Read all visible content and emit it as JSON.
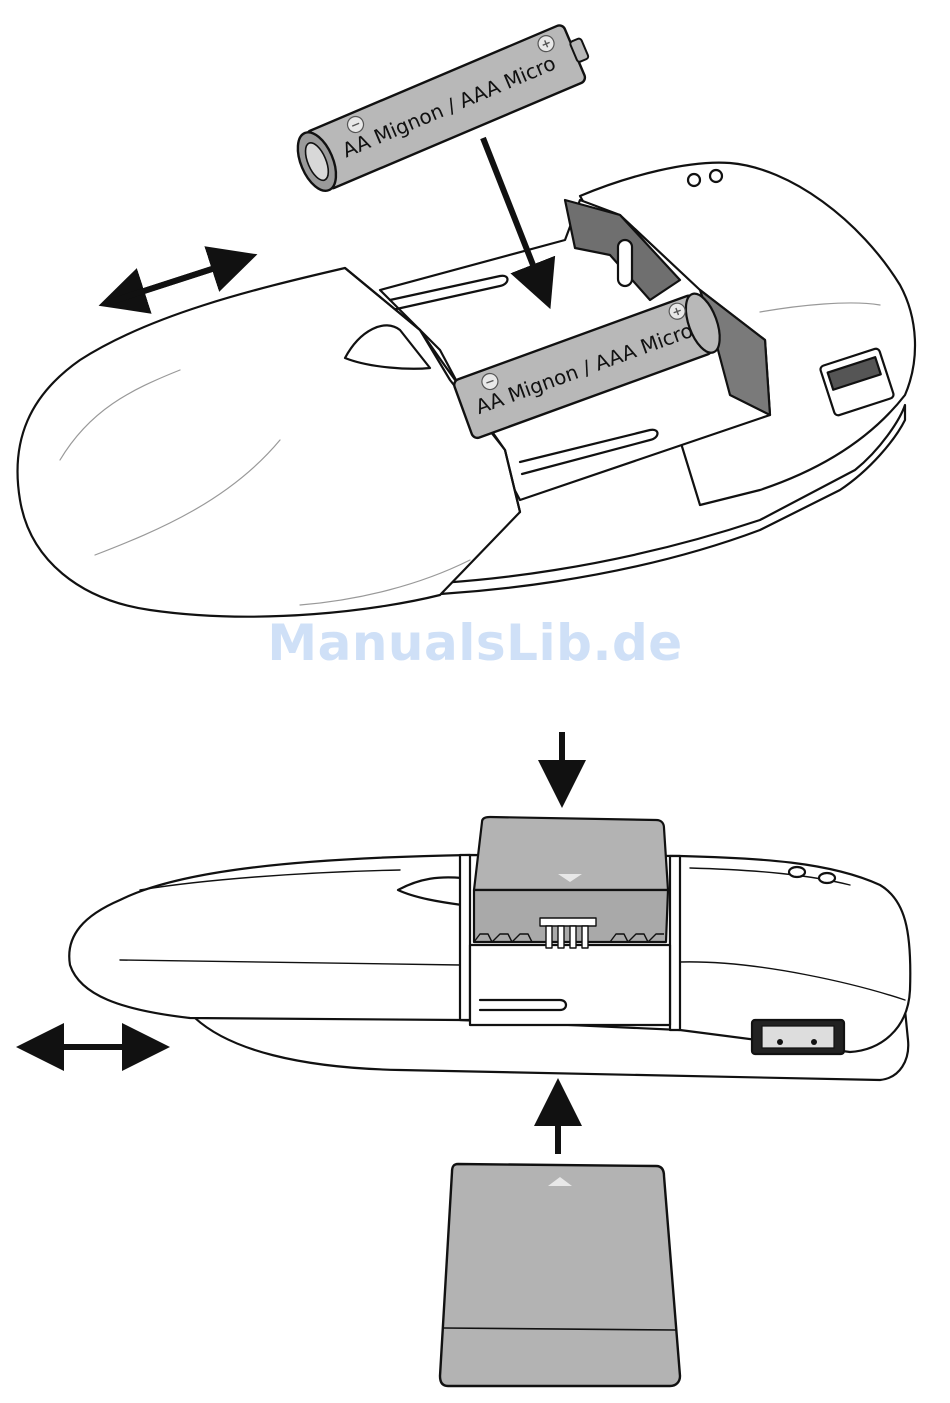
{
  "battery_label_top": "AA Mignon / AAA Micro",
  "battery_label_inserted": "AA Mignon / AAA Micro",
  "plus_sign": "+",
  "minus_sign": "−",
  "watermark": "ManualsLib.de",
  "colors": {
    "line": "#111111",
    "battery_fill": "#b8b8b8",
    "pack_fill": "#b3b3b3",
    "dark_fill": "#6f6f6f",
    "watermark": "#cfe0f7"
  }
}
